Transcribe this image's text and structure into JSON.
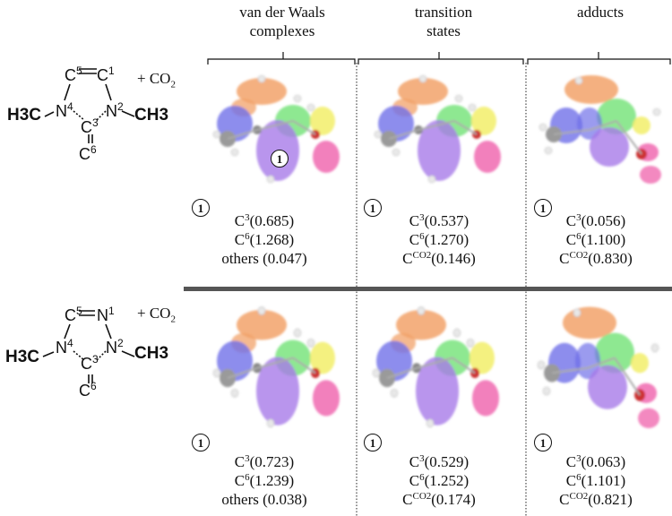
{
  "headers": {
    "col1": [
      "van der Waals",
      "complexes"
    ],
    "col2": [
      "transition",
      "states"
    ],
    "col3": [
      "adducts"
    ]
  },
  "badge_label": "1",
  "plus_co2": "+ CO",
  "plus_co2_sub": "2",
  "molecules": {
    "top": {
      "atoms": [
        "C",
        "5",
        "C",
        "1",
        "N",
        "4",
        "N",
        "2",
        "C",
        "3",
        "C",
        "6"
      ],
      "methyl": "H3C",
      "methyl_right": "CH3"
    },
    "bottom": {
      "atoms": [
        "C",
        "5",
        "N",
        "1",
        "N",
        "4",
        "N",
        "2",
        "C",
        "3",
        "C",
        "6"
      ],
      "methyl": "H3C",
      "methyl_right": "CH3"
    }
  },
  "top_row": {
    "vdw": [
      {
        "atom": "C",
        "sup": "3",
        "value": "(0.685)"
      },
      {
        "atom": "C",
        "sup": "6",
        "value": "(1.268)"
      },
      {
        "atom": "others",
        "sup": "",
        "value": " (0.047)"
      }
    ],
    "ts": [
      {
        "atom": "C",
        "sup": "3",
        "value": "(0.537)"
      },
      {
        "atom": "C",
        "sup": "6",
        "value": "(1.270)"
      },
      {
        "atom": "C",
        "sup": "CO2",
        "value": "(0.146)"
      }
    ],
    "adduct": [
      {
        "atom": "C",
        "sup": "3",
        "value": "(0.056)"
      },
      {
        "atom": "C",
        "sup": "6",
        "value": "(1.100)"
      },
      {
        "atom": "C",
        "sup": "CO2",
        "value": "(0.830)"
      }
    ]
  },
  "bottom_row": {
    "vdw": [
      {
        "atom": "C",
        "sup": "3",
        "value": "(0.723)"
      },
      {
        "atom": "C",
        "sup": "6",
        "value": "(1.239)"
      },
      {
        "atom": "others",
        "sup": "",
        "value": " (0.038)"
      }
    ],
    "ts": [
      {
        "atom": "C",
        "sup": "3",
        "value": "(0.529)"
      },
      {
        "atom": "C",
        "sup": "6",
        "value": "(1.252)"
      },
      {
        "atom": "C",
        "sup": "CO2",
        "value": "(0.174)"
      }
    ],
    "adduct": [
      {
        "atom": "C",
        "sup": "3",
        "value": "(0.063)"
      },
      {
        "atom": "C",
        "sup": "6",
        "value": "(1.101)"
      },
      {
        "atom": "C",
        "sup": "CO2",
        "value": "(0.821)"
      }
    ]
  },
  "colors": {
    "orange": "#f2a26a",
    "blue": "#6f6fe8",
    "green": "#72e276",
    "yellow": "#f2ee6a",
    "purple": "#a77ae8",
    "pink": "#f06ab0",
    "atom_grey": "#9a9a9a"
  }
}
